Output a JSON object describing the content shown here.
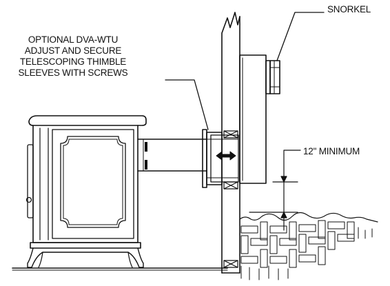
{
  "labels": {
    "note_lines": [
      "OPTIONAL DVA-WTU",
      "ADJUST AND SECURE",
      "TELESCOPING THIMBLE",
      "SLEEVES WITH SCREWS"
    ],
    "snorkel": "SNORKEL",
    "clearance": "12\" MINIMUM"
  },
  "colors": {
    "line": "#111111",
    "background": "#ffffff"
  }
}
